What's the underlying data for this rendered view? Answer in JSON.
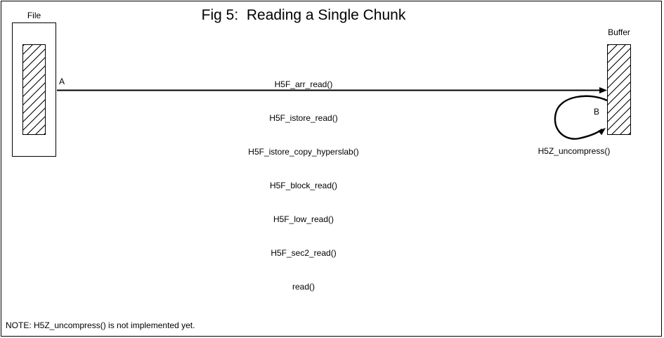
{
  "figure": {
    "title": "Fig 5:  Reading a Single Chunk",
    "note": "NOTE: H5Z_uncompress() is not implemented yet."
  },
  "file": {
    "label": "File"
  },
  "buffer": {
    "label": "Buffer"
  },
  "read_path": {
    "label": "A",
    "calls": [
      "H5F_arr_read()",
      "H5F_istore_read()",
      "H5F_istore_copy_hyperslab()",
      "H5F_block_read()",
      "H5F_low_read()",
      "H5F_sec2_read()",
      "read()"
    ]
  },
  "uncompress_loop": {
    "label": "B",
    "caption": "H5Z_uncompress()"
  },
  "colors": {
    "ink": "#000000",
    "background": "#ffffff"
  }
}
